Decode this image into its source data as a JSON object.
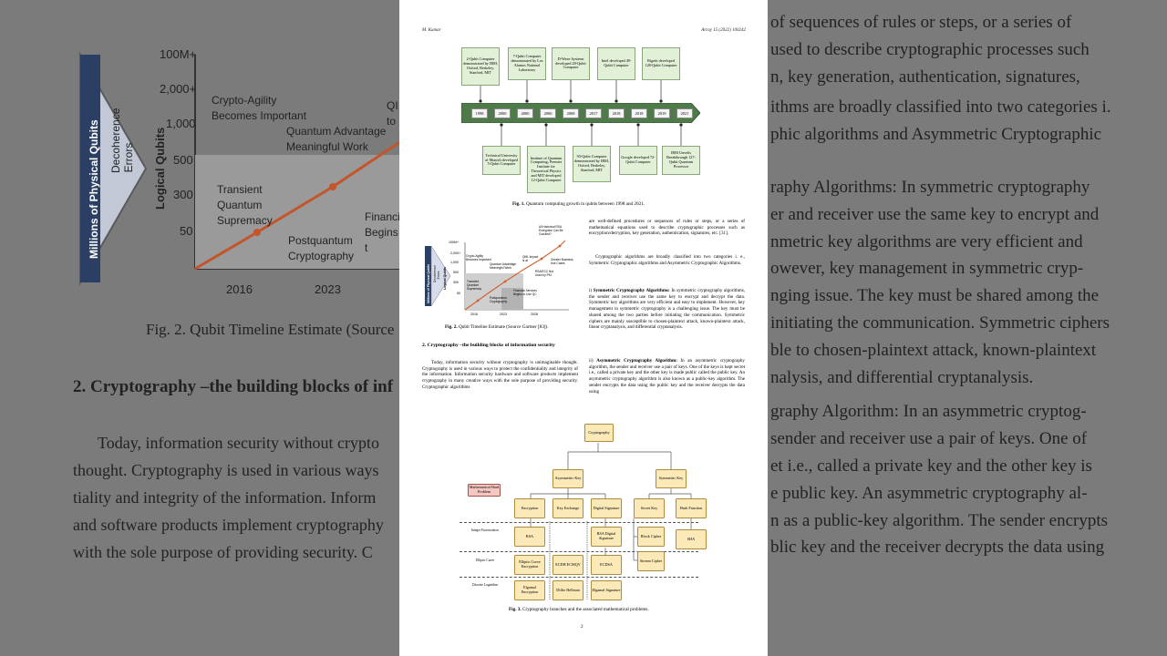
{
  "background": {
    "ytick_labels": [
      "100M+",
      "2,000+",
      "1,000",
      "500",
      "300",
      "50"
    ],
    "xtick_labels": [
      "2016",
      "2023"
    ],
    "vertical_label": "Millions of Physical Qubits",
    "axis_label": "Logical Qubits",
    "decoherence": "Decoherence Errors",
    "annotations": [
      "Crypto-Agility Becomes Important",
      "Quantum Advantage Meaningful Work",
      "Transient Quantum Supremacy",
      "Postquantum Cryptography",
      "Financia Begins t",
      "QI to"
    ],
    "fig2_caption": "Fig. 2.  Qubit Timeline Estimate (Source",
    "section": "2.  Cryptography –the building blocks of inf",
    "para": [
      "Today, information security without crypto",
      "thought. Cryptography is used in various ways",
      "tiality and integrity of the information. Inform",
      "and software products implement cryptography",
      "with the sole purpose of providing security. C"
    ],
    "right_lines": [
      "of sequences of rules or steps, or a series of",
      "used to describe cryptographic processes such",
      "n, key generation, authentication, signatures,",
      "ithms are broadly classified into two categories i.",
      "phic algorithms and Asymmetric Cryptographic",
      "raphy Algorithms: In symmetric cryptography",
      "er and receiver use the same key to encrypt and",
      "nmetric key algorithms are very efficient and",
      "owever, key management in symmetric cryp-",
      "nging issue. The key must be shared among the",
      "initiating the communication. Symmetric ciphers",
      "ble to chosen-plaintext attack, known-plaintext",
      "nalysis, and differential cryptanalysis.",
      "graphy Algorithm: In an asymmetric cryptog-",
      "sender and receiver use a pair of keys. One of",
      "et i.e., called a private key and the other key is",
      "e public key. An asymmetric cryptography al-",
      "n as a public-key algorithm. The sender encrypts",
      "blic key and the receiver decrypts the data using"
    ]
  },
  "header": {
    "author": "M. Kumar",
    "journal": "Array 15 (2022) 100242"
  },
  "timeline": {
    "years": [
      "1998",
      "2000",
      "2000",
      "2006",
      "2008",
      "2017",
      "2018",
      "2018",
      "2019",
      "2021"
    ],
    "top_events": [
      "2-Qubit Computer demonstrated by IBM, Oxford, Berkeley, Stanford, MIT",
      "7-Qubit Computer demonstrated by Los Alamos National Laboratory",
      "D-Wave Systems developed 28-Qubit Computer",
      "Intel developed 49-Qubit Computer",
      "Rigetti developed 128-Qubit Computer"
    ],
    "bottom_events": [
      "Technical University of Munich developed 5-Qubit Computer",
      "Institute of Quantum Computing, Premier Institute for Theoretical Physics and MIT developed 12-Qubit Computer",
      "50-Qubit Computer demonstrated by IBM, Oxford, Berkeley, Stanford, MIT",
      "Google developed 72-Qubit Computer",
      "IBM Unveils Breakthrough 127-Qubit Quantum Processor"
    ],
    "caption_label": "Fig. 1.",
    "caption": "Quantum computing growth in qubits between 1998 and 2021."
  },
  "fig2": {
    "caption_label": "Fig. 2.",
    "caption": "Qubit Timeline Estimate (Source Gartner [83]).",
    "ytick_labels": [
      "100M+",
      "2,000+",
      "1,000",
      "500",
      "300",
      "50"
    ],
    "xtick_labels": [
      "2016",
      "2023",
      "2028"
    ],
    "annotations": [
      "All Historical RSA Encryption Can Be Cracked?",
      "Crypto-Agility Becomes Important",
      "Quantum Advantage Meaningful Work",
      "QML Impact is at",
      "Greater Business Use Cases",
      "RSA/ECC Not Used by PKI",
      "Transient Quantum Supremacy",
      "Postquantum Cryptography",
      "Financial Services Begins to Use QC"
    ],
    "side_label": "Millions of Physical Qubits",
    "axis_label": "Logical Qubits",
    "decoherence": "Decoherence Errors"
  },
  "section2": {
    "title": "2.  Cryptography –the building blocks of information security",
    "para": "Today, information security without cryptography is unimaginable thought. Cryptography is used in various ways to protect the confidentiality and integrity of the information. Information security hardware and software products implement cryptography in many creative ways with the sole purpose of providing security. Cryptographic algorithms"
  },
  "right_col": {
    "p1": "are well-defined procedures or sequences of rules or steps, or a series of mathematical equations used to describe cryptographic processes such as encryption/decryption, key generation, authentication, signatures, etc. [31].",
    "p2": "Cryptographic algorithms are broadly classified into two categories i. e., Symmetric Cryptographic algorithms and Asymmetric Cryptographic Algorithms.",
    "item1_num": "i)",
    "item1_title": "Symmetric Cryptography Algorithms:",
    "item1_text": " In symmetric cryptography algorithms, the sender and receiver use the same key to encrypt and decrypt the data. Symmetric key algorithms are very efficient and easy to implement. However, key management in symmetric cryptography is a challenging issue. The key must be shared among the two parties before initiating the communication. Symmetric ciphers are mainly susceptible to chosen-plaintext attack, known-plaintext attack, linear cryptanalysis, and differential cryptanalysis.",
    "item2_num": "ii)",
    "item2_title": "Asymmetric Cryptography Algorithm:",
    "item2_text": " In an asymmetric cryptography algorithm, the sender and receiver use a pair of keys. One of the keys is kept secret i.e., called a private key and the other key is made public called the public key. An asymmetric cryptography algorithm is also known as a public-key algorithm. The sender encrypts the data using the public key and the receiver decrypts the data using"
  },
  "fig3": {
    "root": "Cryptography",
    "asymmetric": "Asymmetric Key",
    "symmetric": "Symmetric Key",
    "math_problem": "Mathematical Hard Problem",
    "encryption": "Encryption",
    "key_exchange": "Key Exchange",
    "digital_signature": "Digital Signature",
    "secret_key": "Secret Key",
    "hash_function": "Hash Function",
    "rsa": "RSA",
    "rsa_sig": "RSA Digital Signature",
    "block_cipher": "Block Cipher",
    "stream_cipher": "Stream Cipher",
    "sha": "SHA",
    "ecc_enc": "Elliptic Curve Encryption",
    "ecdh": "ECDH ECMQV",
    "ecdsa": "ECDSA",
    "elgamal_enc": "Elgamal Encryption",
    "dh": "Diffie Hellman",
    "elgamal_sig": "Elgamal Signature",
    "row_labels": [
      "Integer Factorization",
      "Elliptic Curve",
      "Discrete Logarithm"
    ],
    "caption_label": "Fig. 3.",
    "caption": "Cryptography branches and the associated mathematical problems."
  },
  "page_number": "2"
}
